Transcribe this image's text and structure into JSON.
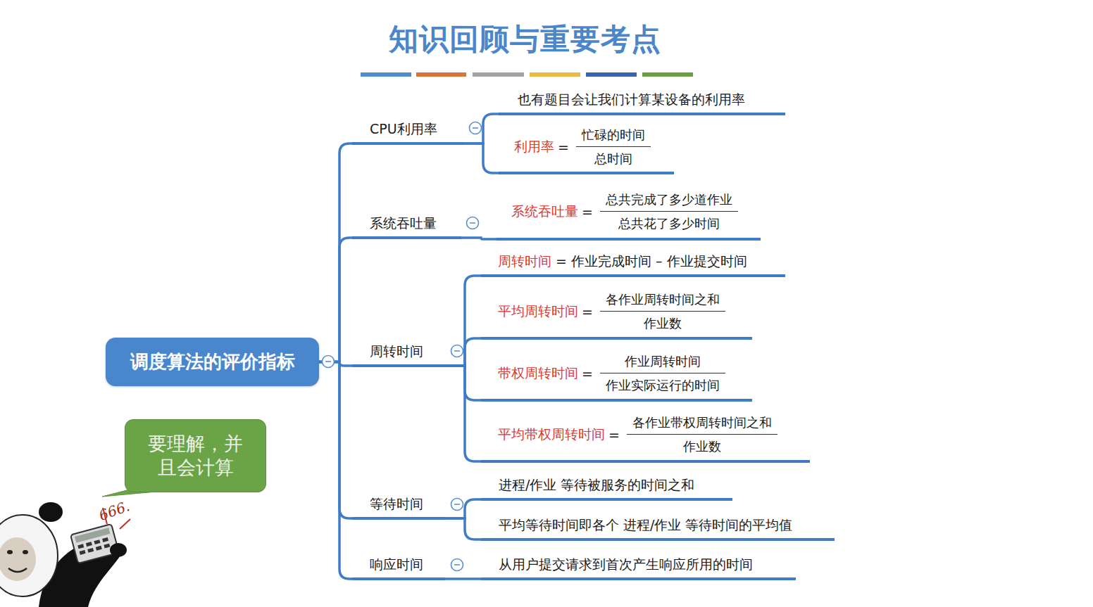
{
  "diagram": {
    "title": "知识回顾与重要考点",
    "nodes": [
      {
        "text": [
          "调度算法的评价指标"
        ]
      },
      {
        "text": [
          "CPU利用率"
        ]
      },
      {
        "text": [
          "也有题目会让我们计算某设备的利用率"
        ]
      },
      {
        "text": [
          "利用率",
          "=",
          "忙碌的时间",
          "总时间"
        ]
      },
      {
        "text": [
          "系统吞吐量"
        ]
      },
      {
        "text": [
          "系统吞吐量",
          "=",
          "总共完成了多少道作业",
          "总共花了多少时间"
        ]
      },
      {
        "text": [
          "周转时间"
        ]
      },
      {
        "text": [
          "周转时间",
          "= 作业完成时间 – 作业提交时间"
        ]
      },
      {
        "text": [
          "平均周转时间",
          "=",
          "各作业周转时间之和",
          "作业数"
        ]
      },
      {
        "text": [
          "带权周转时间",
          "=",
          "作业周转时间",
          "作业实际运行的时间"
        ]
      },
      {
        "text": [
          "平均带权周转时间",
          "=",
          "各作业带权周转时间之和",
          "作业数"
        ]
      },
      {
        "text": [
          "等待时间"
        ]
      },
      {
        "text": [
          "进程/作业 等待被服务的时间之和"
        ]
      },
      {
        "text": [
          "平均等待时间即各个 进程/作业 等待时间的平均值"
        ]
      },
      {
        "text": [
          "响应时间"
        ]
      },
      {
        "text": [
          "从用户提交请求到首次产生响应所用的时间"
        ]
      },
      {
        "text": [
          "要理解，并 且会计算"
        ]
      }
    ],
    "edges": [
      {
        "from": 0,
        "to": 1,
        "arrow": "none"
      },
      {
        "from": 0,
        "to": 4,
        "arrow": "none"
      },
      {
        "from": 0,
        "to": 6,
        "arrow": "none"
      },
      {
        "from": 0,
        "to": 11,
        "arrow": "none"
      },
      {
        "from": 0,
        "to": 14,
        "arrow": "none"
      },
      {
        "from": 1,
        "to": 2,
        "arrow": "none"
      },
      {
        "from": 1,
        "to": 3,
        "arrow": "none"
      },
      {
        "from": 4,
        "to": 5,
        "arrow": "none"
      },
      {
        "from": 6,
        "to": 7,
        "arrow": "none"
      },
      {
        "from": 6,
        "to": 8,
        "arrow": "none"
      },
      {
        "from": 6,
        "to": 9,
        "arrow": "none"
      },
      {
        "from": 6,
        "to": 10,
        "arrow": "none"
      },
      {
        "from": 11,
        "to": 12,
        "arrow": "none"
      },
      {
        "from": 11,
        "to": 13,
        "arrow": "none"
      },
      {
        "from": 14,
        "to": 15,
        "arrow": "none"
      }
    ],
    "labels": [
      "666."
    ]
  }
}
